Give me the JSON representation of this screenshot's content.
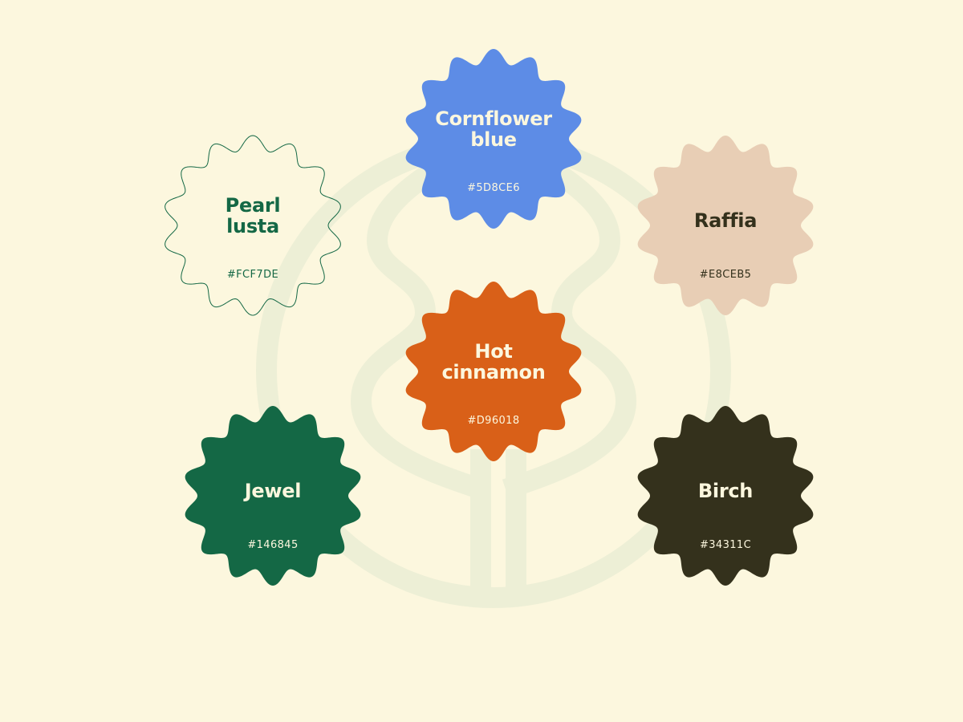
{
  "background_color": "#FCF7DE",
  "watermark_color": "#EDEFD6",
  "swatches": [
    {
      "id": "cornflower",
      "name_lines": [
        "Cornflower",
        "blue"
      ],
      "hex": "#5D8CE6",
      "fill": "#5D8CE6",
      "text_color": "#FCF7DE",
      "outline": false
    },
    {
      "id": "pearl",
      "name_lines": [
        "Pearl",
        "lusta"
      ],
      "hex": "#FCF7DE",
      "fill": "#FCF7DE",
      "text_color": "#146845",
      "outline": true
    },
    {
      "id": "raffia",
      "name_lines": [
        "Raffia"
      ],
      "hex": "#E8CEB5",
      "fill": "#E8CEB5",
      "text_color": "#34311C",
      "outline": false
    },
    {
      "id": "hot",
      "name_lines": [
        "Hot",
        "cinnamon"
      ],
      "hex": "#D96018",
      "fill": "#D96018",
      "text_color": "#FCF7DE",
      "outline": false
    },
    {
      "id": "jewel",
      "name_lines": [
        "Jewel"
      ],
      "hex": "#146845",
      "fill": "#146845",
      "text_color": "#FCF7DE",
      "outline": false
    },
    {
      "id": "birch",
      "name_lines": [
        "Birch"
      ],
      "hex": "#34311C",
      "fill": "#34311C",
      "text_color": "#FCF7DE",
      "outline": false
    }
  ]
}
